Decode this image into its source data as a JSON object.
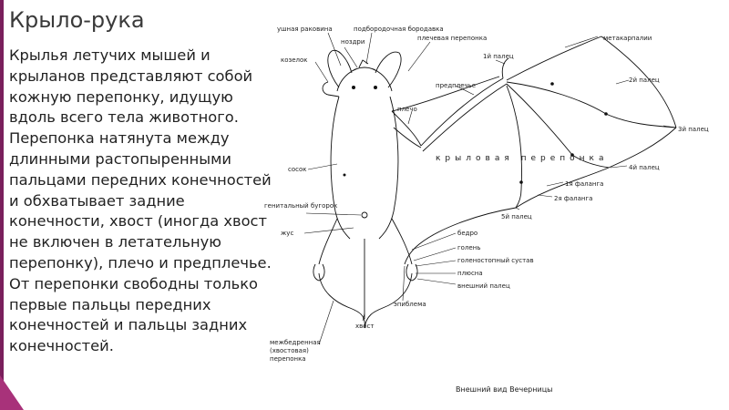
{
  "slide": {
    "title": "Крыло-рука",
    "body": "Крылья летучих мышей и крыланов представляют собой кожную перепонку, идущую вдоль всего тела животного. Перепонка натянута между длинными растопыренными пальцами передних конечностей и обхватывает задние конечности, хвост (иногда хвост не включен в летательную перепонку), плечо и предплечье. От перепонки свободны только первые пальцы передних конечностей и пальцы задних конечностей."
  },
  "diagram": {
    "caption": "Внешний вид Вечерницы",
    "labels": {
      "ear": "ушная раковина",
      "chin_wart": "подбородочная бородавка",
      "nostrils": "ноздри",
      "tragus": "козелок",
      "shoulder_membrane": "плечевая перепонка",
      "finger1": "1й палец",
      "metacarpals": "метакарпалии",
      "forearm": "предплечье",
      "finger2": "2й палец",
      "shoulder": "плечо",
      "finger3": "3й палец",
      "wing_membrane": "крыловая перепонка",
      "nipple": "сосок",
      "finger4": "4й палец",
      "phalanx1": "1я фаланга",
      "phalanx2": "2я фаланга",
      "genital": "генитальный бугорок",
      "finger5": "5й палец",
      "spur": "жус",
      "thigh": "бедро",
      "shin": "голень",
      "ankle": "голеностопный сустав",
      "metatarsus": "плюсна",
      "outer_toe": "внешний палец",
      "epiblema": "эпиблема",
      "tail": "хвост",
      "tail_membrane": "межбедренная (хвостовая) перепонка"
    }
  }
}
